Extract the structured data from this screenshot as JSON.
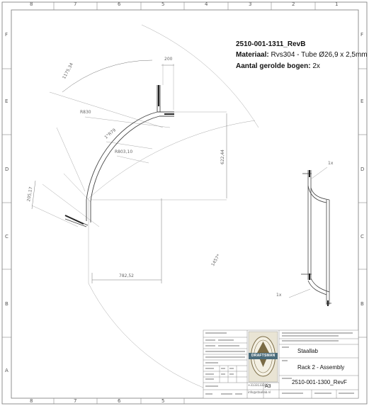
{
  "sheet": {
    "columns": [
      "8",
      "7",
      "6",
      "5",
      "4",
      "3",
      "2",
      "1"
    ],
    "rows": [
      "F",
      "E",
      "D",
      "C",
      "B",
      "A"
    ]
  },
  "notes": {
    "part_number": "2510-001-1311_RevB",
    "material_label": "Materiaal:",
    "material_value": "Rvs304 - Tube Ø26,9 x 2,5mm",
    "bends_label": "Aantal gerolde bogen:",
    "bends_value": "2x"
  },
  "dimensions": {
    "d_200": "200",
    "r_830": "R830",
    "d_1175": "1175,34",
    "r_1679": "1°R79",
    "r_803": "R803,10",
    "d_622": "622,44",
    "d_205": "205,17",
    "d_782": "782,52",
    "d_1457": "1457*"
  },
  "callouts": {
    "top": "1x",
    "bottom": "1x"
  },
  "title_block": {
    "company": "Staallab",
    "drawing_title": "Rack 2 - Assembly",
    "drawing_number": "2510-001-1300_RevF",
    "sheet_size": "A3",
    "logo_text": "DRAFTSMAN",
    "phone": "+3133133300",
    "email": "info@staallab.nl"
  }
}
